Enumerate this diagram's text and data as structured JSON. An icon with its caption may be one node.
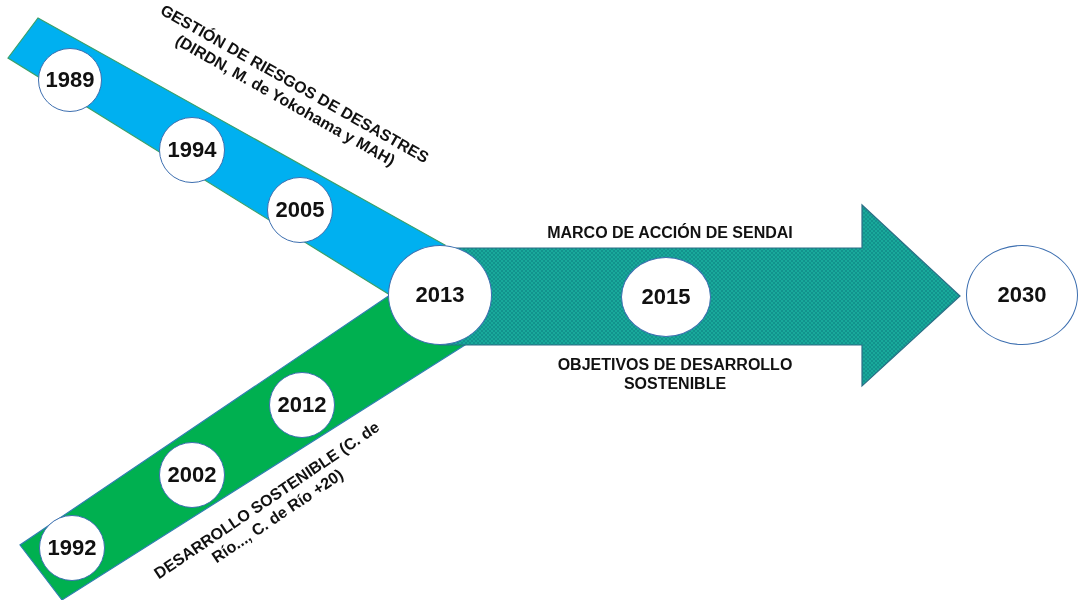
{
  "diagram": {
    "nodes": [
      {
        "text": [
          "GESTIÓN DE RIESGOS DE DESASTRES (DIRDN, M. de Yokohama y MAH)"
        ]
      },
      {
        "text": [
          "1989"
        ],
        "in": 0
      },
      {
        "text": [
          "1994"
        ],
        "in": 0
      },
      {
        "text": [
          "2005"
        ],
        "in": 0
      },
      {
        "text": [
          "DESARROLLO SOSTENIBLE (C. de Río..., C. de Río +20)"
        ]
      },
      {
        "text": [
          "1992"
        ],
        "in": 4
      },
      {
        "text": [
          "2002"
        ],
        "in": 4
      },
      {
        "text": [
          "2012"
        ],
        "in": 4
      },
      {
        "text": [
          "2013"
        ]
      },
      {
        "text": [
          "MARCO DE ACCIÓN DE SENDAI",
          "OBJETIVOS DE DESARROLLO SOSTENIBLE"
        ]
      },
      {
        "text": [
          "2015"
        ],
        "in": 9
      },
      {
        "text": [
          "2030"
        ]
      }
    ]
  }
}
